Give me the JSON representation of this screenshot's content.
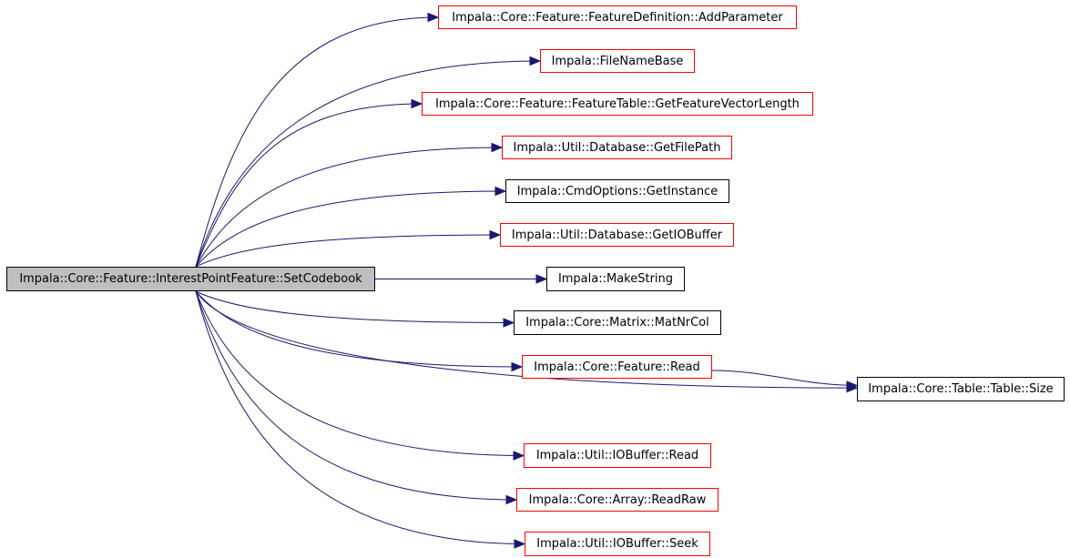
{
  "colors": {
    "edge": "#191970",
    "arrow": "#191970",
    "link_border": "#ff0000",
    "plain_border": "#000000",
    "root_fill": "#bfbfbf"
  },
  "nodes": [
    {
      "id": "root",
      "label": "Impala::Core::Feature::InterestPointFeature::SetCodebook",
      "style": "root"
    },
    {
      "id": "n1",
      "label": "Impala::Core::Feature::FeatureDefinition::AddParameter",
      "style": "link"
    },
    {
      "id": "n2",
      "label": "Impala::FileNameBase",
      "style": "link"
    },
    {
      "id": "n3",
      "label": "Impala::Core::Feature::FeatureTable::GetFeatureVectorLength",
      "style": "link"
    },
    {
      "id": "n4",
      "label": "Impala::Util::Database::GetFilePath",
      "style": "link"
    },
    {
      "id": "n5",
      "label": "Impala::CmdOptions::GetInstance",
      "style": "plain"
    },
    {
      "id": "n6",
      "label": "Impala::Util::Database::GetIOBuffer",
      "style": "link"
    },
    {
      "id": "n7",
      "label": "Impala::MakeString",
      "style": "plain"
    },
    {
      "id": "n8",
      "label": "Impala::Core::Matrix::MatNrCol",
      "style": "plain"
    },
    {
      "id": "n9",
      "label": "Impala::Core::Feature::Read",
      "style": "link"
    },
    {
      "id": "n10",
      "label": "Impala::Core::Table::Table::Size",
      "style": "plain"
    },
    {
      "id": "n11",
      "label": "Impala::Util::IOBuffer::Read",
      "style": "link"
    },
    {
      "id": "n12",
      "label": "Impala::Core::Array::ReadRaw",
      "style": "link"
    },
    {
      "id": "n13",
      "label": "Impala::Util::IOBuffer::Seek",
      "style": "link"
    }
  ],
  "edges": [
    {
      "from": "root",
      "to": "n1"
    },
    {
      "from": "root",
      "to": "n2"
    },
    {
      "from": "root",
      "to": "n3"
    },
    {
      "from": "root",
      "to": "n4"
    },
    {
      "from": "root",
      "to": "n5"
    },
    {
      "from": "root",
      "to": "n6"
    },
    {
      "from": "root",
      "to": "n7"
    },
    {
      "from": "root",
      "to": "n8"
    },
    {
      "from": "root",
      "to": "n9"
    },
    {
      "from": "root",
      "to": "n10"
    },
    {
      "from": "root",
      "to": "n11"
    },
    {
      "from": "root",
      "to": "n12"
    },
    {
      "from": "root",
      "to": "n13"
    },
    {
      "from": "n9",
      "to": "n10"
    }
  ]
}
